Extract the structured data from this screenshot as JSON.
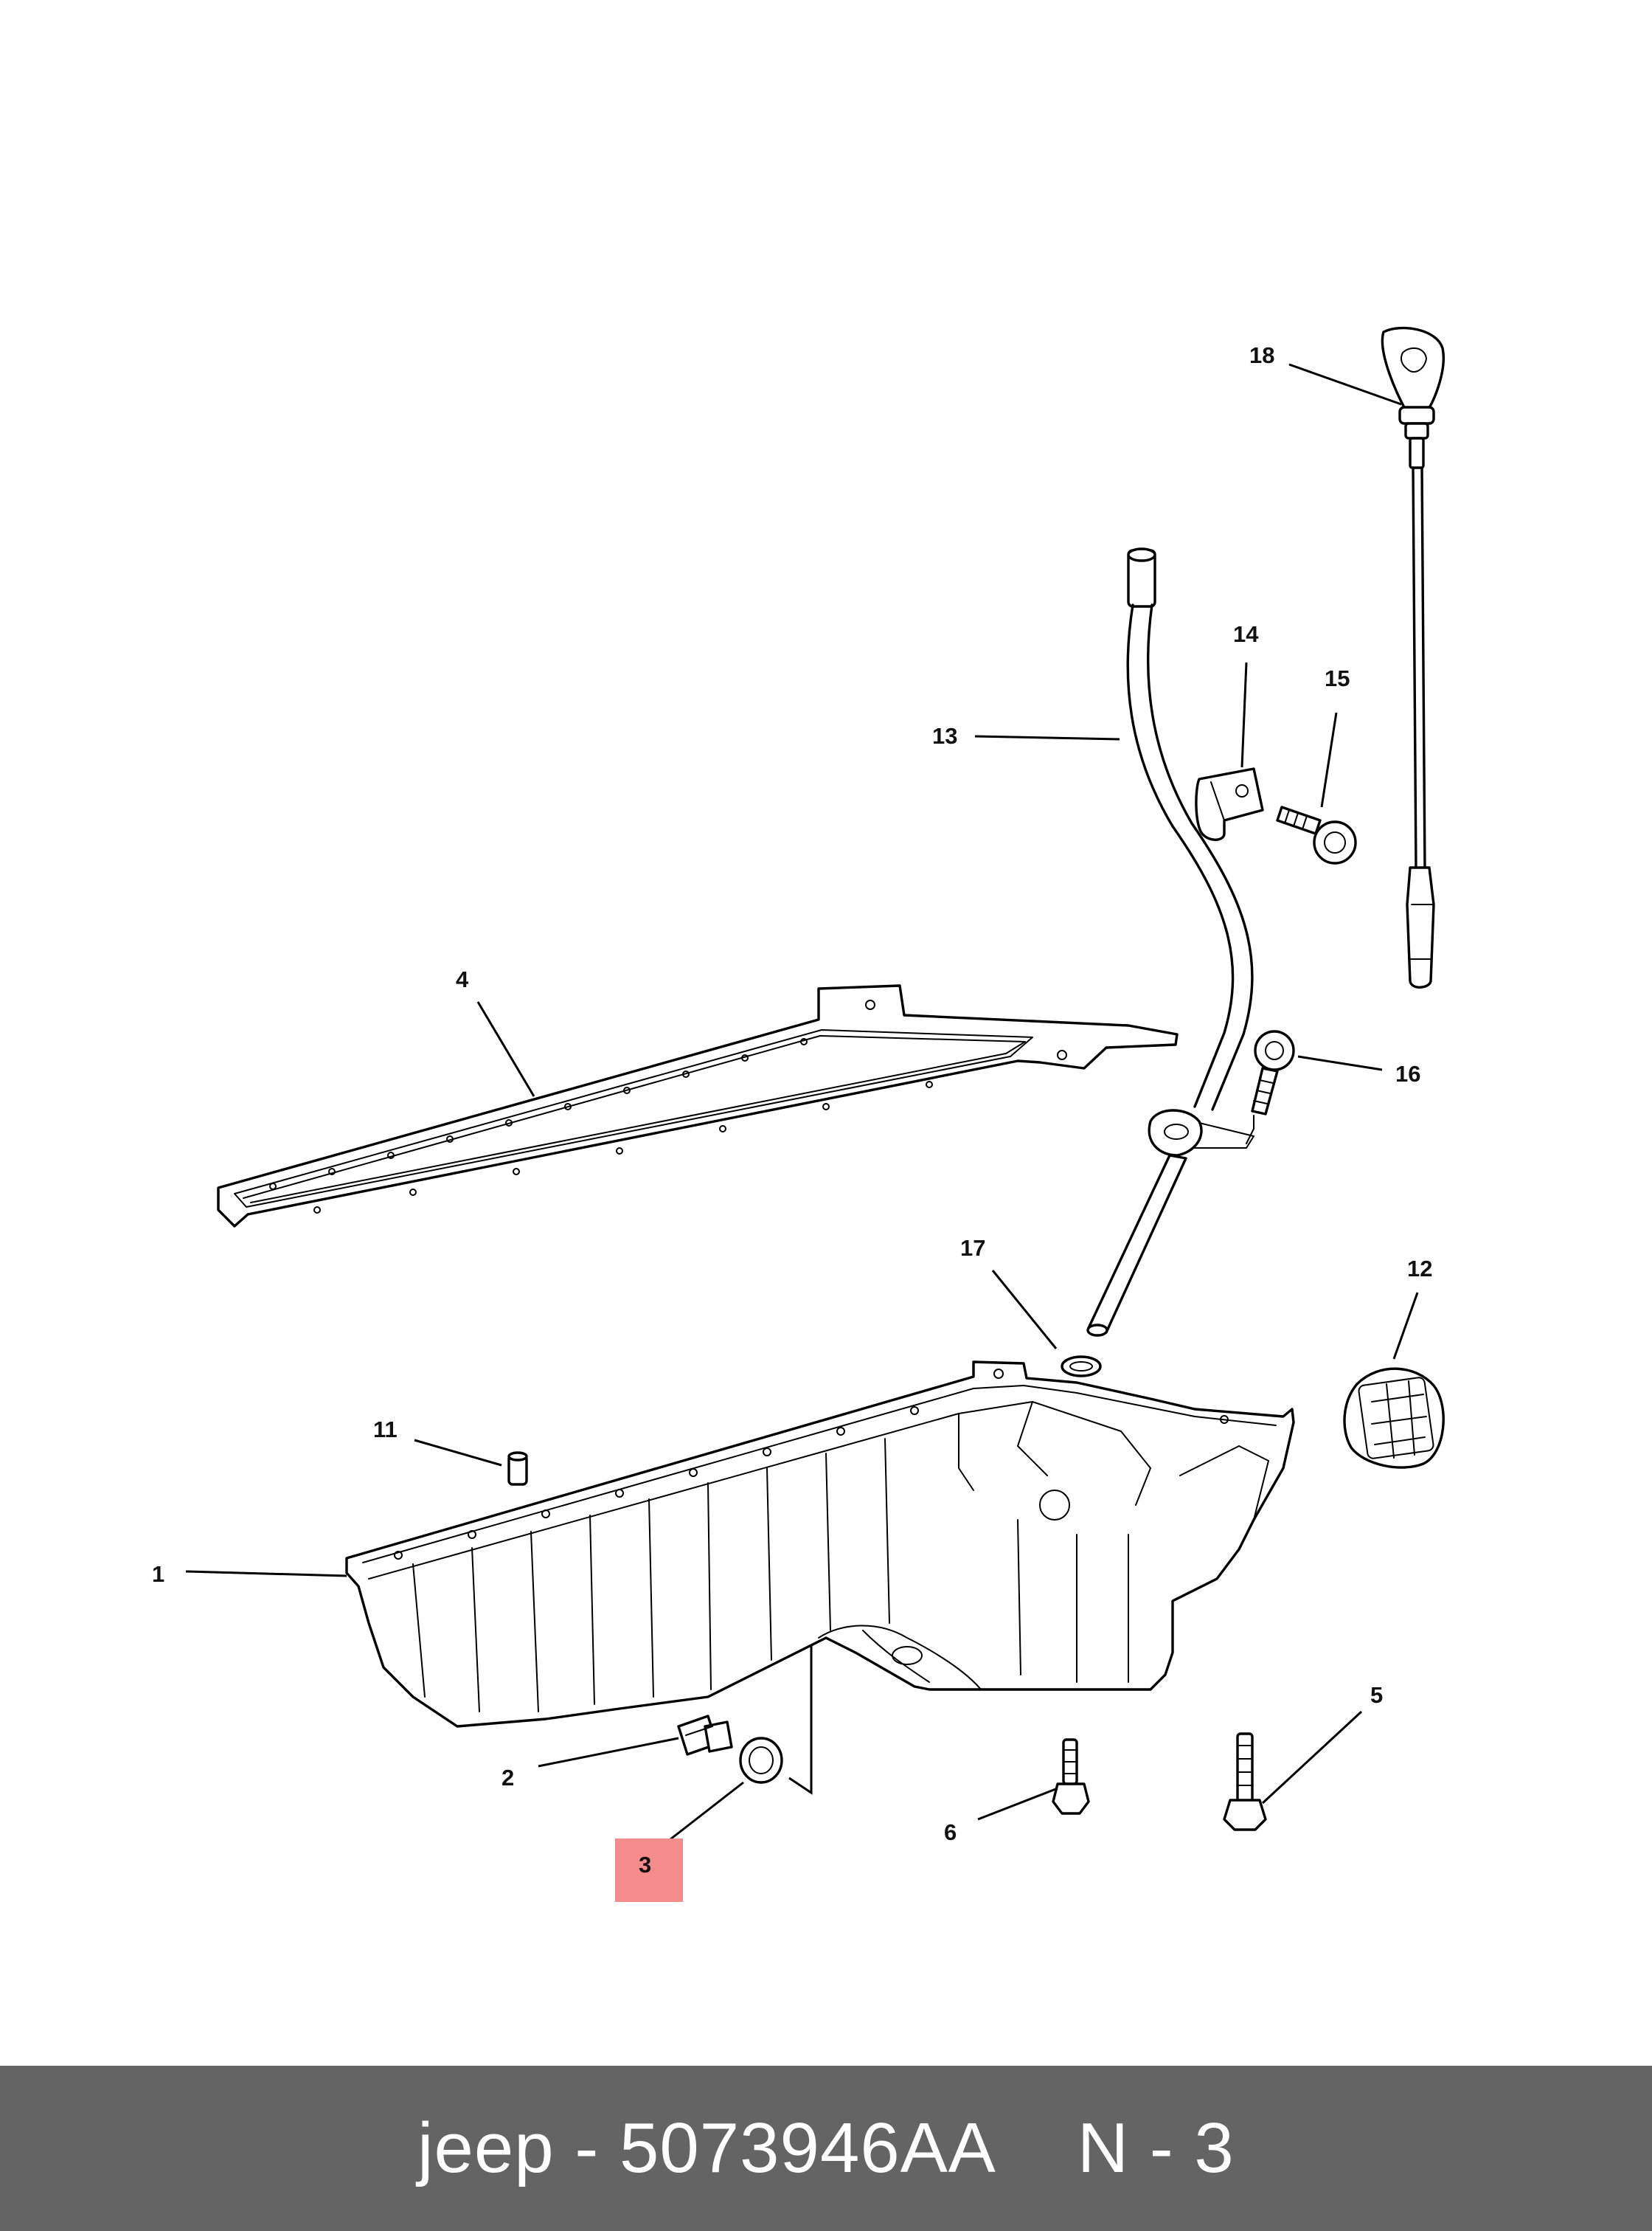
{
  "footer": {
    "brand": "jeep",
    "separator": "-",
    "part_number": "5073946AA",
    "callout_ref": "N - 3"
  },
  "highlight_color": "#f58c8c",
  "callouts": [
    {
      "id": "1",
      "label": "1"
    },
    {
      "id": "2",
      "label": "2"
    },
    {
      "id": "3",
      "label": "3",
      "highlighted": true
    },
    {
      "id": "4",
      "label": "4"
    },
    {
      "id": "5",
      "label": "5"
    },
    {
      "id": "6",
      "label": "6"
    },
    {
      "id": "11",
      "label": "11"
    },
    {
      "id": "12",
      "label": "12"
    },
    {
      "id": "13",
      "label": "13"
    },
    {
      "id": "14",
      "label": "14"
    },
    {
      "id": "15",
      "label": "15"
    },
    {
      "id": "16",
      "label": "16"
    },
    {
      "id": "17",
      "label": "17"
    },
    {
      "id": "18",
      "label": "18"
    }
  ]
}
